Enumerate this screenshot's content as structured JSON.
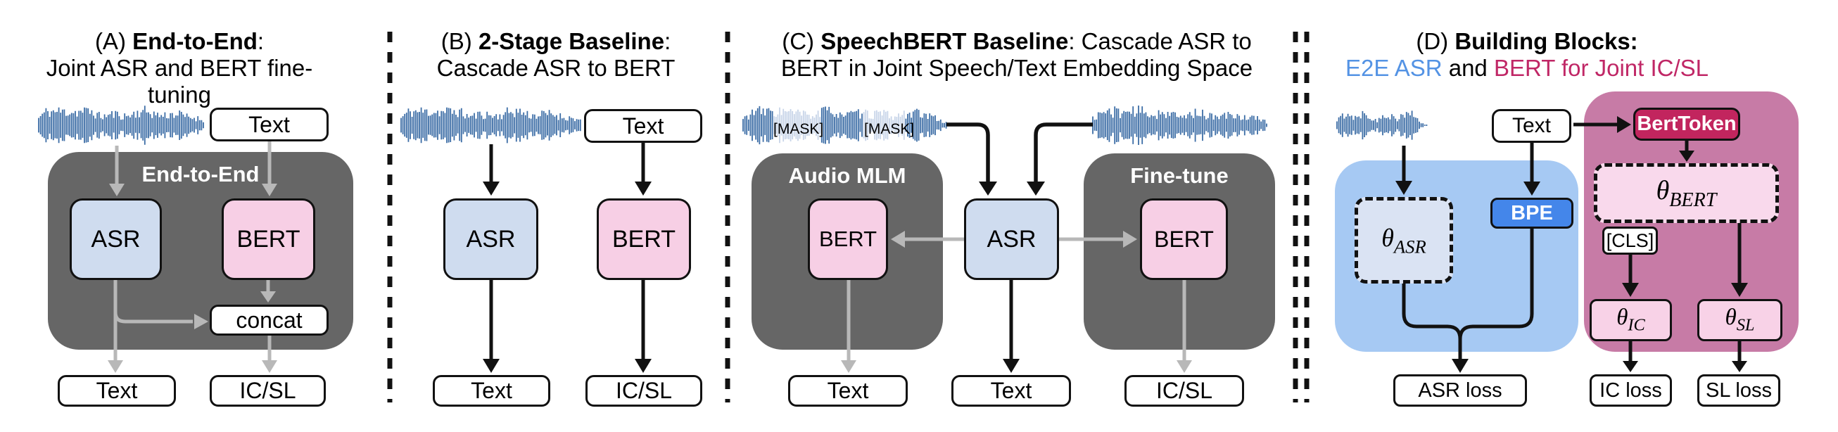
{
  "panels": {
    "a": {
      "title_prefix": "(A) ",
      "title_bold": "End-to-End",
      "title_suffix": ":",
      "title_line2": "Joint ASR and BERT fine-tuning",
      "container_label": "End-to-End",
      "input_text": "Text",
      "asr": "ASR",
      "bert": "BERT",
      "concat": "concat",
      "out_text": "Text",
      "out_ic_sl": "IC/SL"
    },
    "b": {
      "title_prefix": "(B) ",
      "title_bold": "2-Stage Baseline",
      "title_suffix": ":",
      "title_line2": "Cascade ASR to BERT",
      "input_text": "Text",
      "asr": "ASR",
      "bert": "BERT",
      "out_text": "Text",
      "out_ic_sl": "IC/SL"
    },
    "c": {
      "title_prefix": "(C) ",
      "title_bold": "SpeechBERT Baseline",
      "title_suffix": ": Cascade ASR to",
      "title_line2": "BERT in Joint Speech/Text Embedding Space",
      "mask_label": "[MASK]",
      "container_mlm": "Audio MLM",
      "container_finetune": "Fine-tune",
      "bert_left": "BERT",
      "asr": "ASR",
      "bert_right": "BERT",
      "out_text_left": "Text",
      "out_text_mid": "Text",
      "out_ic_sl": "IC/SL"
    },
    "d": {
      "title_prefix": "(D) ",
      "title_bold": "Building Blocks:",
      "title_e2e": "E2E ASR",
      "title_and": " and ",
      "title_bert": "BERT for Joint IC/SL",
      "input_text": "Text",
      "berttoken": "BertToken",
      "bpe": "BPE",
      "cls": "[CLS]",
      "theta_asr": {
        "sym": "θ",
        "sub": "ASR"
      },
      "theta_bert": {
        "sym": "θ",
        "sub": "BERT"
      },
      "theta_ic": {
        "sym": "θ",
        "sub": "IC"
      },
      "theta_sl": {
        "sym": "θ",
        "sub": "SL"
      },
      "out_asr_loss": "ASR loss",
      "out_ic_loss": "IC loss",
      "out_sl_loss": "SL loss"
    }
  },
  "colors": {
    "ink": "#111111",
    "container_gray": "#666666",
    "asr_fill": "#CFDCEF",
    "bert_fill": "#F7CFE5",
    "waveform_blue": "#3C6DA6",
    "waveform_masked": "#C7D4E8",
    "arrow_gray": "#B8B8B8",
    "d_blue_container": "#A6C9F3",
    "d_pink_container": "#C77BA6",
    "berttoken_fill": "#C2255E",
    "bpe_fill": "#4486EA",
    "theta_asr_fill": "#DAE3F3",
    "theta_bert_fill": "#F9D9EC",
    "theta_ic_sl_fill": "#F8D2E7",
    "title_blue": "#5493E4",
    "title_crimson": "#C02766"
  }
}
